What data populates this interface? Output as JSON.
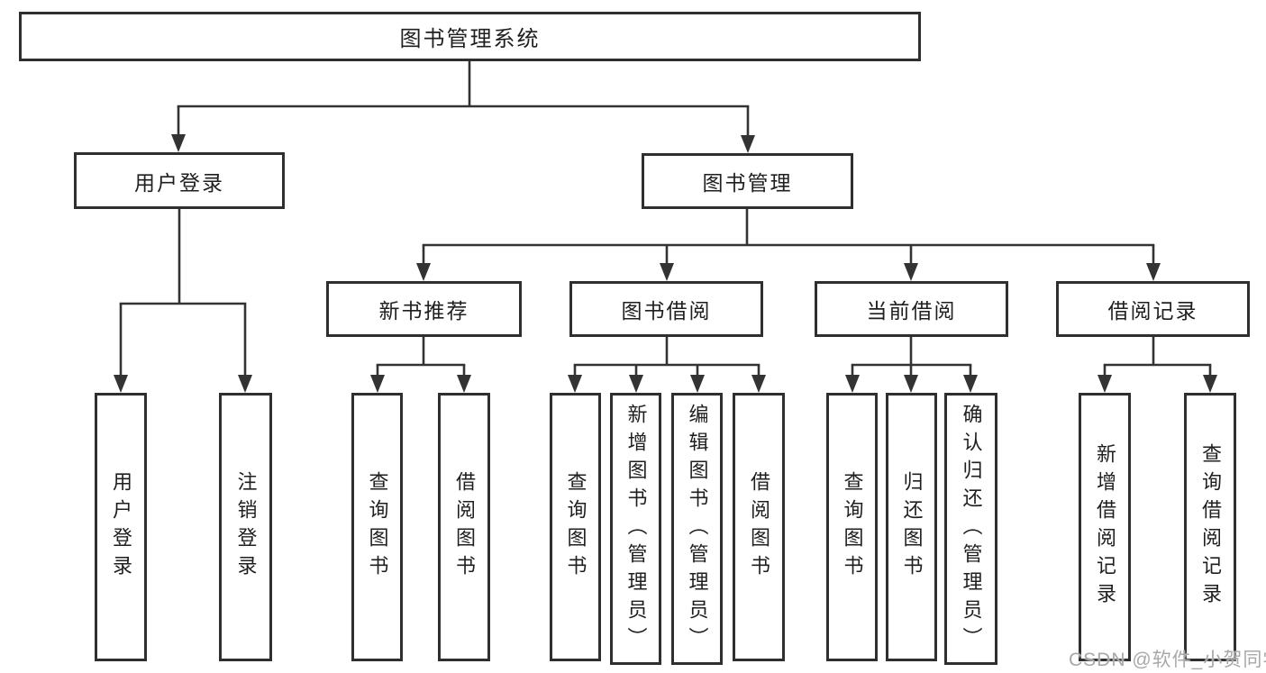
{
  "title": "图书管理系统",
  "watermark": "CSDN @软件_小贺同学",
  "colors": {
    "line": "#333333",
    "box_border": "#2f2f2f",
    "text": "#1f1f1f",
    "watermark": "#a8a8a8",
    "background": "#ffffff"
  },
  "tree": {
    "label": "图书管理系统",
    "children": [
      {
        "label": "用户登录",
        "children": [
          {
            "label": "用户登录"
          },
          {
            "label": "注销登录"
          }
        ]
      },
      {
        "label": "图书管理",
        "children": [
          {
            "label": "新书推荐",
            "children": [
              {
                "label": "查询图书"
              },
              {
                "label": "借阅图书"
              }
            ]
          },
          {
            "label": "图书借阅",
            "children": [
              {
                "label": "查询图书"
              },
              {
                "label": "新增图书（管理员）"
              },
              {
                "label": "编辑图书（管理员）"
              },
              {
                "label": "借阅图书"
              }
            ]
          },
          {
            "label": "当前借阅",
            "children": [
              {
                "label": "查询图书"
              },
              {
                "label": "归还图书"
              },
              {
                "label": "确认归还（管理员）"
              }
            ]
          },
          {
            "label": "借阅记录",
            "children": [
              {
                "label": "新增借阅记录"
              },
              {
                "label": "查询借阅记录"
              }
            ]
          }
        ]
      }
    ]
  }
}
